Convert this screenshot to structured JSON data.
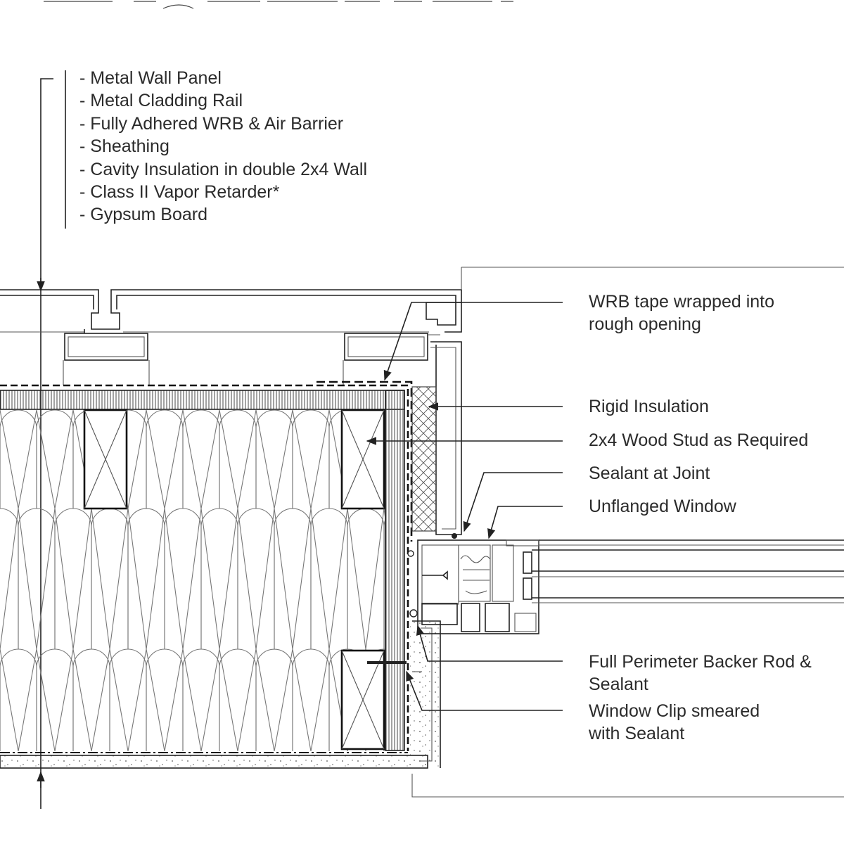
{
  "assembly_layers": [
    "- Metal Wall Panel",
    "- Metal Cladding Rail",
    "- Fully Adhered WRB & Air Barrier",
    "- Sheathing",
    "- Cavity Insulation in double 2x4 Wall",
    "- Class II Vapor Retarder*",
    "- Gypsum Board"
  ],
  "callouts": {
    "wrb_tape": [
      "WRB tape wrapped into",
      "rough opening"
    ],
    "rigid_insulation": "Rigid Insulation",
    "wood_stud": "2x4 Wood Stud as Required",
    "sealant_joint": "Sealant at Joint",
    "unflanged_window": "Unflanged Window",
    "backer_rod": [
      "Full Perimeter Backer Rod &",
      "Sealant"
    ],
    "window_clip": [
      "Window Clip smeared",
      "with Sealant"
    ]
  }
}
